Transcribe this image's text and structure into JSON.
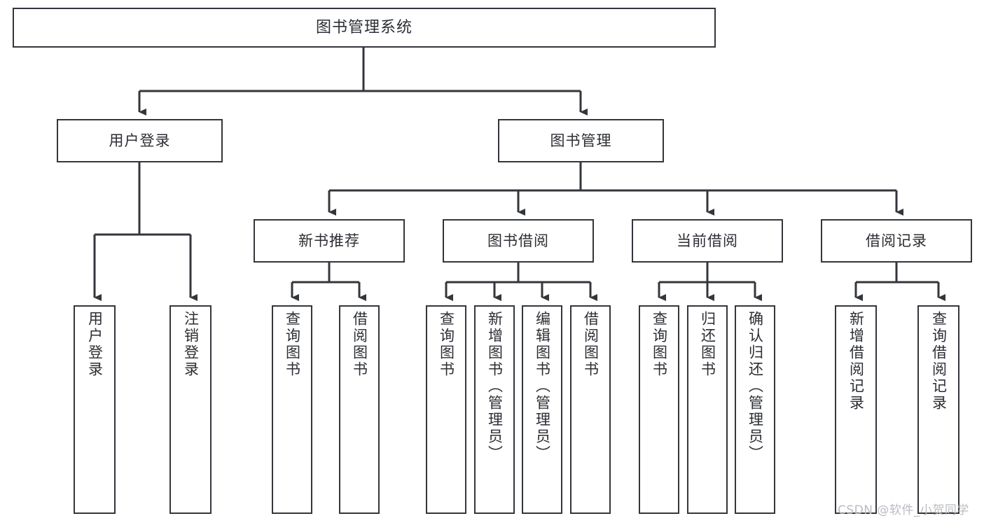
{
  "diagram": {
    "title": "图书管理系统",
    "type": "tree-hierarchy",
    "colors": {
      "line": "#33363b",
      "box_border": "#33363b",
      "text": "#2b2e33",
      "background": "#ffffff",
      "watermark": "#b9bcc2"
    },
    "root": {
      "label": "图书管理系统"
    },
    "level1": [
      {
        "label": "用户登录"
      },
      {
        "label": "图书管理"
      }
    ],
    "level2": [
      {
        "label": "新书推荐"
      },
      {
        "label": "图书借阅"
      },
      {
        "label": "当前借阅"
      },
      {
        "label": "借阅记录"
      }
    ],
    "leaves": {
      "user_login": [
        {
          "label": "用户登录"
        },
        {
          "label": "注销登录"
        }
      ],
      "new_book_recommend": [
        {
          "label": "查询图书"
        },
        {
          "label": "借阅图书"
        }
      ],
      "book_borrow": [
        {
          "label": "查询图书"
        },
        {
          "label": "新增图书（管理员）"
        },
        {
          "label": "编辑图书（管理员）"
        },
        {
          "label": "借阅图书"
        }
      ],
      "current_borrow": [
        {
          "label": "查询图书"
        },
        {
          "label": "归还图书"
        },
        {
          "label": "确认归还（管理员）"
        }
      ],
      "borrow_record": [
        {
          "label": "新增借阅记录"
        },
        {
          "label": "查询借阅记录"
        }
      ]
    },
    "watermark": {
      "text": "CSDN @软件_小贺同学"
    }
  }
}
